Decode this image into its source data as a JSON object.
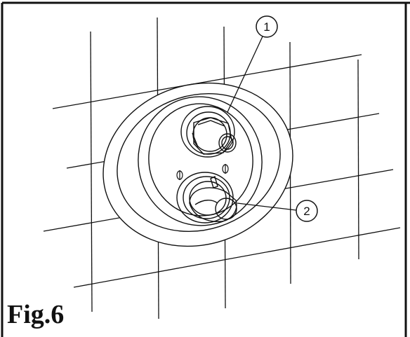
{
  "figure": {
    "caption": "Fig.6",
    "callouts": [
      {
        "label": "1",
        "target": "upper-valve-handle"
      },
      {
        "label": "2",
        "target": "lower-thermostatic-handle"
      }
    ]
  }
}
